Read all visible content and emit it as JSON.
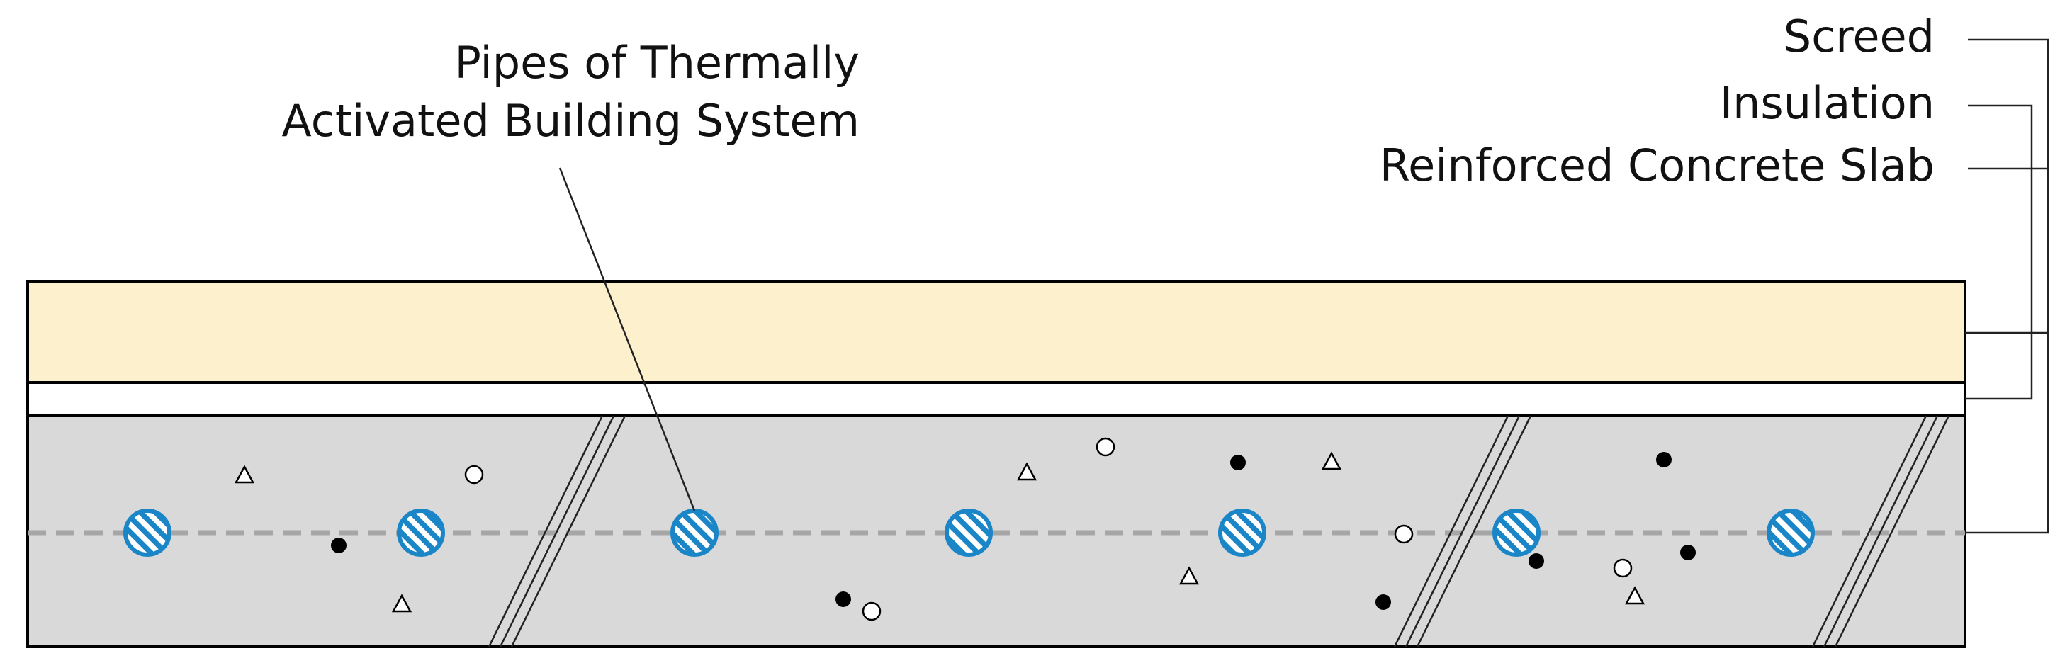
{
  "labels": {
    "pipes_line1": "Pipes of Thermally",
    "pipes_line2": "Activated Building System",
    "screed": "Screed",
    "insulation": "Insulation",
    "slab": "Reinforced Concrete Slab"
  },
  "colors": {
    "screed_fill": "#fdf0cd",
    "insulation_fill": "#ffffff",
    "slab_fill": "#d9d9d9",
    "pipe_blue": "#1a86c8",
    "centerline": "#a6a6a6",
    "outline": "#000000"
  },
  "icons": {
    "pipe": "hatched-circle-icon",
    "aggregate_dot": "filled-dot-icon",
    "aggregate_ring": "hollow-circle-icon",
    "aggregate_triangle": "triangle-icon",
    "break_mark": "break-line-icon"
  }
}
